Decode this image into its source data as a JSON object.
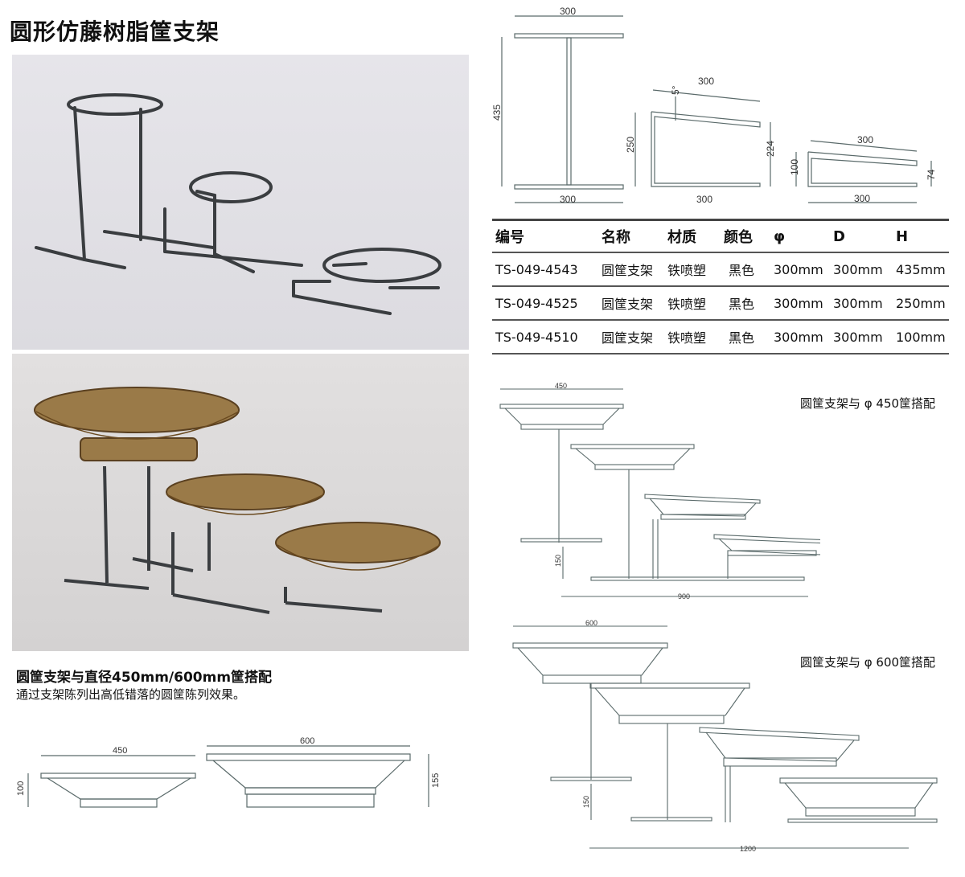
{
  "title": "圆形仿藤树脂筐支架",
  "caption": {
    "heading": "圆筐支架与直径450mm/600mm筐搭配",
    "text": "通过支架陈列出高低错落的圆筐陈列效果。"
  },
  "stand_drawings": {
    "s1": {
      "top": "300",
      "bottom": "300",
      "height": "435"
    },
    "s2": {
      "top": "300",
      "angle": "5°",
      "bottom": "300",
      "left": "250",
      "right": "224"
    },
    "s3": {
      "top": "300",
      "bottom": "300",
      "left": "100",
      "right": "74"
    }
  },
  "table": {
    "headers": [
      "编号",
      "名称",
      "材质",
      "颜色",
      "φ",
      "D",
      "H"
    ],
    "rows": [
      [
        "TS-049-4543",
        "圆筐支架",
        "铁喷塑",
        "黑色",
        "300mm",
        "300mm",
        "435mm"
      ],
      [
        "TS-049-4525",
        "圆筐支架",
        "铁喷塑",
        "黑色",
        "300mm",
        "300mm",
        "250mm"
      ],
      [
        "TS-049-4510",
        "圆筐支架",
        "铁喷塑",
        "黑色",
        "300mm",
        "300mm",
        "100mm"
      ]
    ]
  },
  "combo450": {
    "label": "圆筐支架与 φ 450筐搭配",
    "width": "450",
    "height": "150",
    "total": "900"
  },
  "combo600": {
    "label": "圆筐支架与 φ 600筐搭配",
    "width": "600",
    "height": "150",
    "total": "1200"
  },
  "baskets": {
    "b450": {
      "width": "450",
      "height": "100"
    },
    "b600": {
      "width": "600",
      "height": "155"
    }
  },
  "colors": {
    "line": "#5a6a6a",
    "wire": "#3a3d40",
    "rattan": "#8a6a3a"
  }
}
